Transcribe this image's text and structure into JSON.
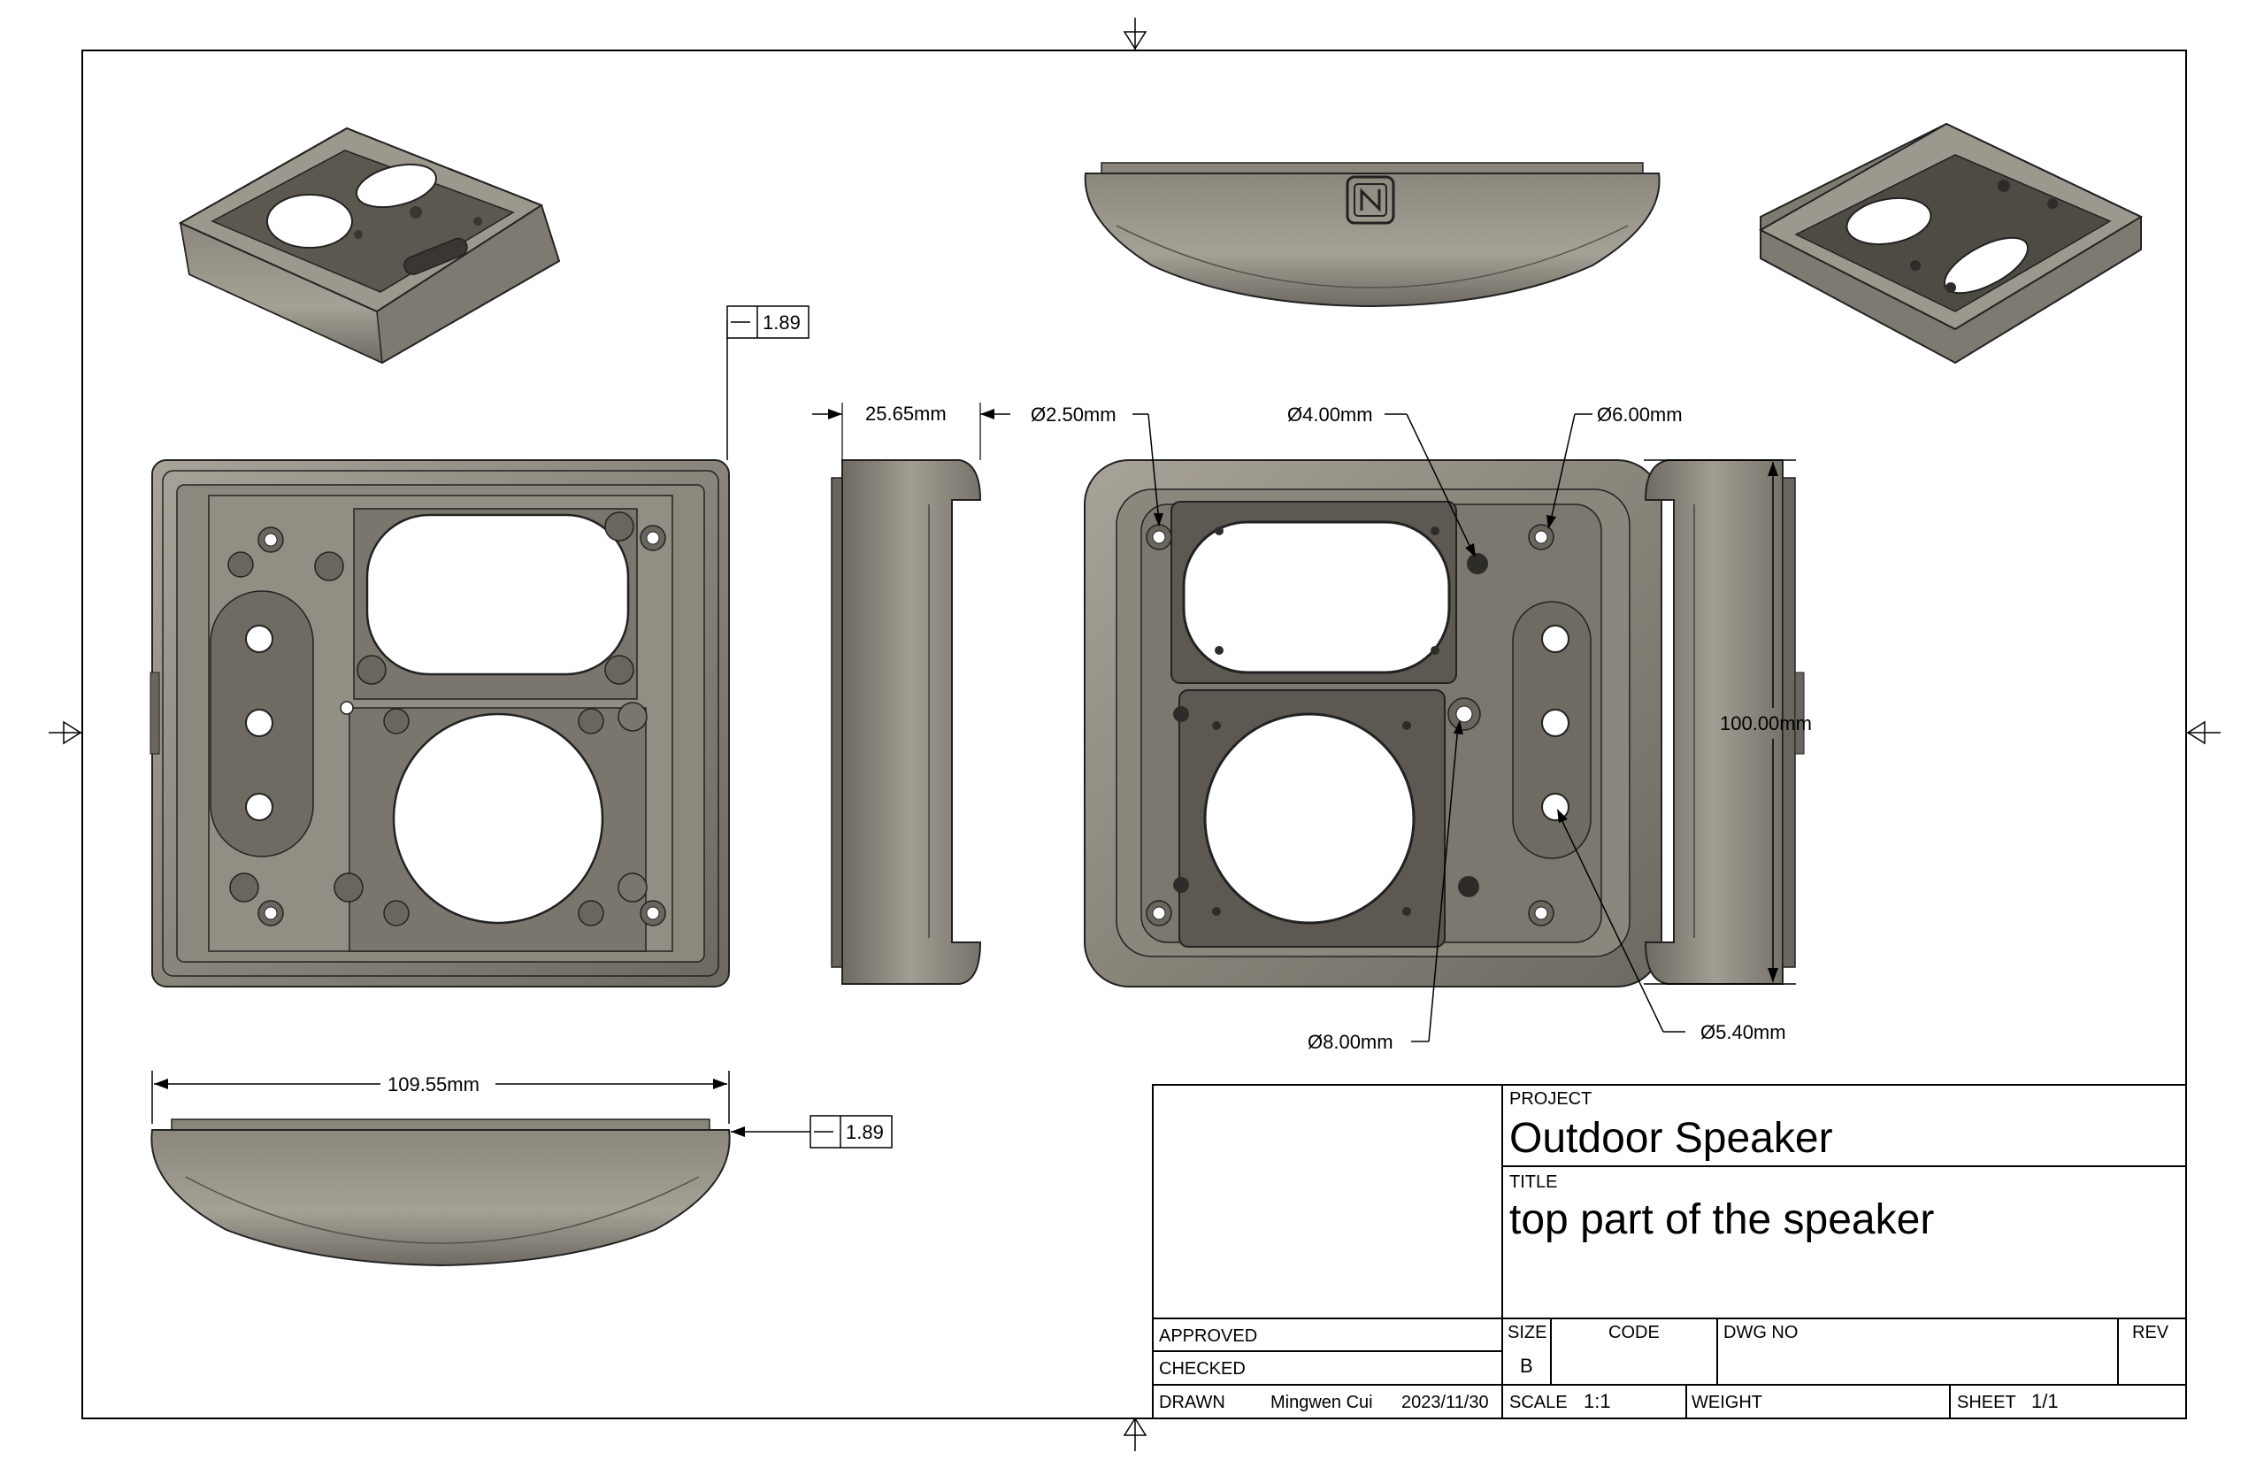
{
  "title_block": {
    "project_label": "PROJECT",
    "project": "Outdoor Speaker",
    "title_label": "TITLE",
    "title": "top part of the speaker",
    "approved_label": "APPROVED",
    "checked_label": "CHECKED",
    "drawn_label": "DRAWN",
    "drawn_by": "Mingwen Cui",
    "drawn_date": "2023/11/30",
    "size_label": "SIZE",
    "size": "B",
    "code_label": "CODE",
    "dwg_no_label": "DWG NO",
    "rev_label": "REV",
    "scale_label": "SCALE",
    "scale": "1:1",
    "weight_label": "WEIGHT",
    "sheet_label": "SHEET",
    "sheet": "1/1"
  },
  "dimensions": {
    "thickness_top": "1.89",
    "thickness_bottom": "1.89",
    "depth": "25.65mm",
    "width": "109.55mm",
    "height": "100.00mm",
    "hole_250": "Ø2.50mm",
    "hole_400": "Ø4.00mm",
    "hole_600": "Ø6.00mm",
    "hole_800": "Ø8.00mm",
    "hole_540": "Ø5.40mm"
  },
  "colors": {
    "part_fill": "#8f8a80",
    "part_dark": "#5d5952",
    "part_light": "#c5c1b8",
    "hole": "#ffffff"
  }
}
